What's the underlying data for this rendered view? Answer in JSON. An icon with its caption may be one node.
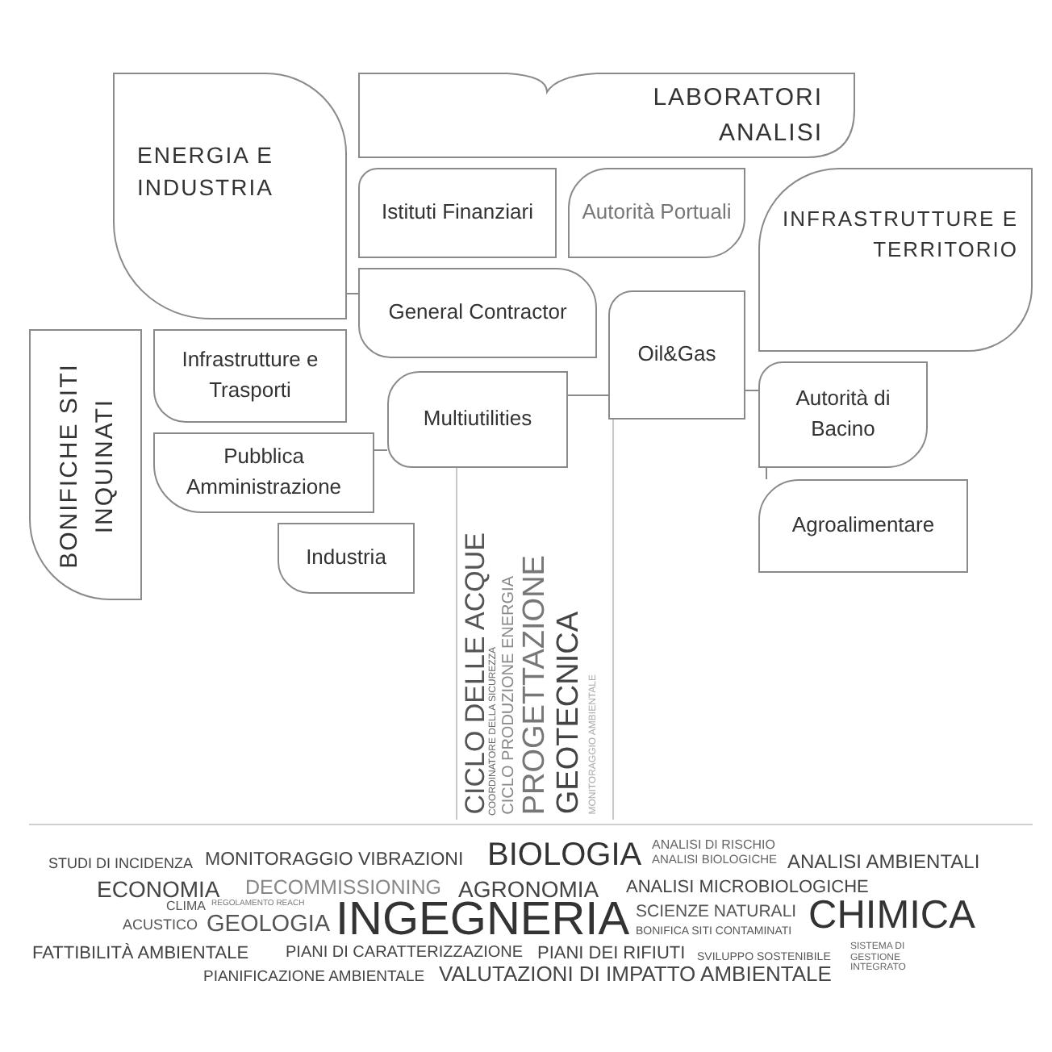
{
  "diagram": {
    "nodes": [
      {
        "text": [
          "LABORATORI ANALISI"
        ]
      },
      {
        "text": [
          "ENERGIA E INDUSTRIA"
        ]
      },
      {
        "text": [
          "Istituti Finanziari"
        ]
      },
      {
        "text": [
          "Infrastrutture e Trasporti"
        ]
      },
      {
        "text": [
          "Autorità Portuali"
        ]
      },
      {
        "text": [
          "INFRASTRUTTURE E TERRITORIO"
        ]
      },
      {
        "text": [
          "BONIFICHE SITI INQUINATI"
        ]
      },
      {
        "text": [
          "General Contractor"
        ]
      },
      {
        "text": [
          "Autorità di Bacino"
        ]
      },
      {
        "text": [
          "Pubblica Amministrazione"
        ]
      },
      {
        "text": [
          "Multiutilities"
        ]
      },
      {
        "text": [
          "Oil&Gas"
        ]
      },
      {
        "text": [
          "Agroalimentare"
        ]
      },
      {
        "text": [
          "Industria"
        ]
      }
    ],
    "edges": [
      {
        "from": 1,
        "to": 7,
        "arrow": "none"
      },
      {
        "from": 9,
        "to": 10,
        "arrow": "none"
      },
      {
        "from": 10,
        "to": 11,
        "arrow": "none"
      },
      {
        "from": 11,
        "to": 8,
        "arrow": "none"
      },
      {
        "from": 8,
        "to": 12,
        "arrow": "none"
      }
    ],
    "labels": [
      "CICLO DELLE ACQUE",
      "COORDINATORE DELLA SICUREZZA",
      "CICLO PRODUZIONE ENERGIA",
      "PROGETTAZIONE",
      "GEOTECNICA",
      "MONITORAGGIO AMBIENTALE",
      "STUDI DI INCIDENZA",
      "MONITORAGGIO VIBRAZIONI",
      "BIOLOGIA",
      "ANALISI DI RISCHIO",
      "ANALISI BIOLOGICHE",
      "ANALISI AMBIENTALI",
      "ECONOMIA",
      "DECOMMISSIONING",
      "AGRONOMIA",
      "ANALISI MICROBIOLOGICHE",
      "CLIMA",
      "ACUSTICO",
      "REGOLAMENTO REACH",
      "GEOLOGIA",
      "INGEGNERIA",
      "SCIENZE NATURALI",
      "BONIFICA SITI CONTAMINATI",
      "CHIMICA",
      "FATTIBILITÀ AMBIENTALE",
      "PIANI DI CARATTERIZZAZIONE",
      "PIANI DEI RIFIUTI",
      "SVILUPPO SOSTENIBILE",
      "SISTEMA DI GESTIONE INTEGRATO",
      "PIANIFICAZIONE AMBIENTALE",
      "VALUTAZIONI DI IMPATTO AMBIENTALE"
    ]
  }
}
